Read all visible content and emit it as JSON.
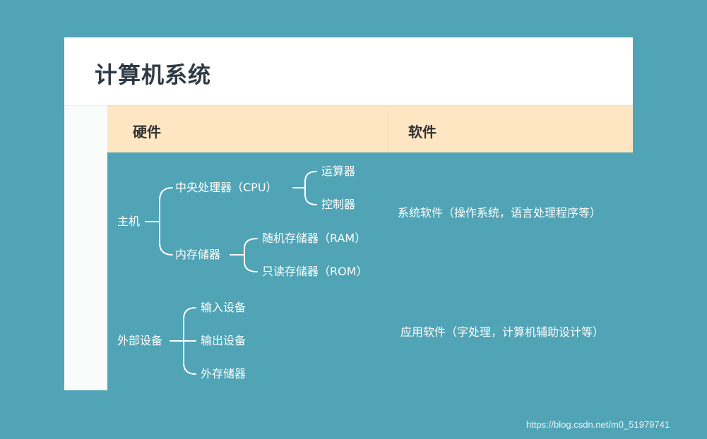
{
  "title": "计算机系统",
  "columns": {
    "hardware": "硬件",
    "software": "软件"
  },
  "hardware_tree": {
    "host": {
      "label": "主机",
      "cpu": {
        "label": "中央处理器（CPU）",
        "children": [
          "运算器",
          "控制器"
        ]
      },
      "memory": {
        "label": "内存储器",
        "children": [
          "随机存储器（RAM）",
          "只读存储器（ROM）"
        ]
      }
    },
    "peripherals": {
      "label": "外部设备",
      "children": [
        "输入设备",
        "输出设备",
        "外存储器"
      ]
    }
  },
  "software": {
    "system": "系统软件（操作系统，语言处理程序等）",
    "application": "应用软件（字处理，计算机辅助设计等）"
  },
  "watermark": "https://blog.csdn.net/m0_51979741",
  "colors": {
    "background": "#50a4b6",
    "header": "#fee6c3",
    "title_text": "#2f3a44",
    "node_text": "#ffffff",
    "connector": "#ffffff"
  }
}
